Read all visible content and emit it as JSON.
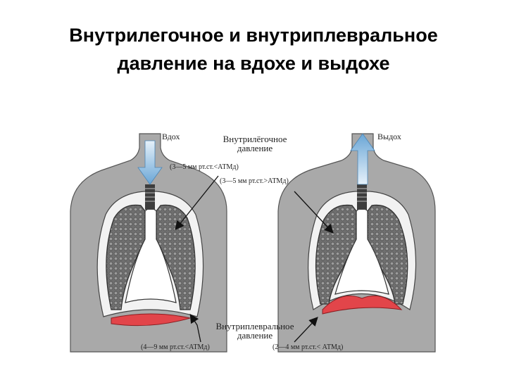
{
  "slide": {
    "title_line1": "Внутрилегочное и внутриплевральное",
    "title_line2": "давление на вдохе и выдохе"
  },
  "figure": {
    "inhale_label": "Вдох",
    "exhale_label": "Выдох",
    "intrapulmonary_label_line1": "Внутрилёгочное",
    "intrapulmonary_label_line2": "давление",
    "intrapulmonary_inhale_value": "(3—5 мм рт.ст.<АТМд)",
    "intrapulmonary_exhale_value": "(3—5 мм рт.ст.>АТМд)",
    "intrapleural_label_line1": "Внутриплевральное",
    "intrapleural_label_line2": "давление",
    "intrapleural_inhale_value": "(4—9 мм рт.ст.<АТМд)",
    "intrapleural_exhale_value": "(2—4 мм рт.ст.< АТМд)"
  },
  "colors": {
    "body_gray": "#a9a9a9",
    "lung_fill": "#7d7d7d",
    "diaphragm_red": "#e2454a",
    "arrow_blue": "#7fb5e0",
    "text_dark": "#222222"
  }
}
